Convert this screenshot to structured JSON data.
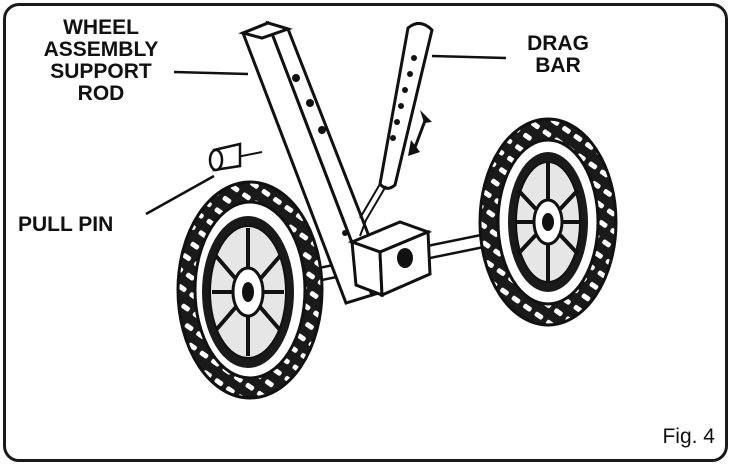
{
  "labels": {
    "wheel_assembly_support_rod": [
      "WHEEL",
      "ASSEMBLY",
      "SUPPORT",
      "ROD"
    ],
    "drag_bar": [
      "DRAG",
      "BAR"
    ],
    "pull_pin": "PULL PIN"
  },
  "figure_label": "Fig. 4",
  "colors": {
    "ink": "#111111",
    "tire": "#1a1a1a",
    "hub": "#e6e6e6",
    "paper": "#ffffff"
  }
}
